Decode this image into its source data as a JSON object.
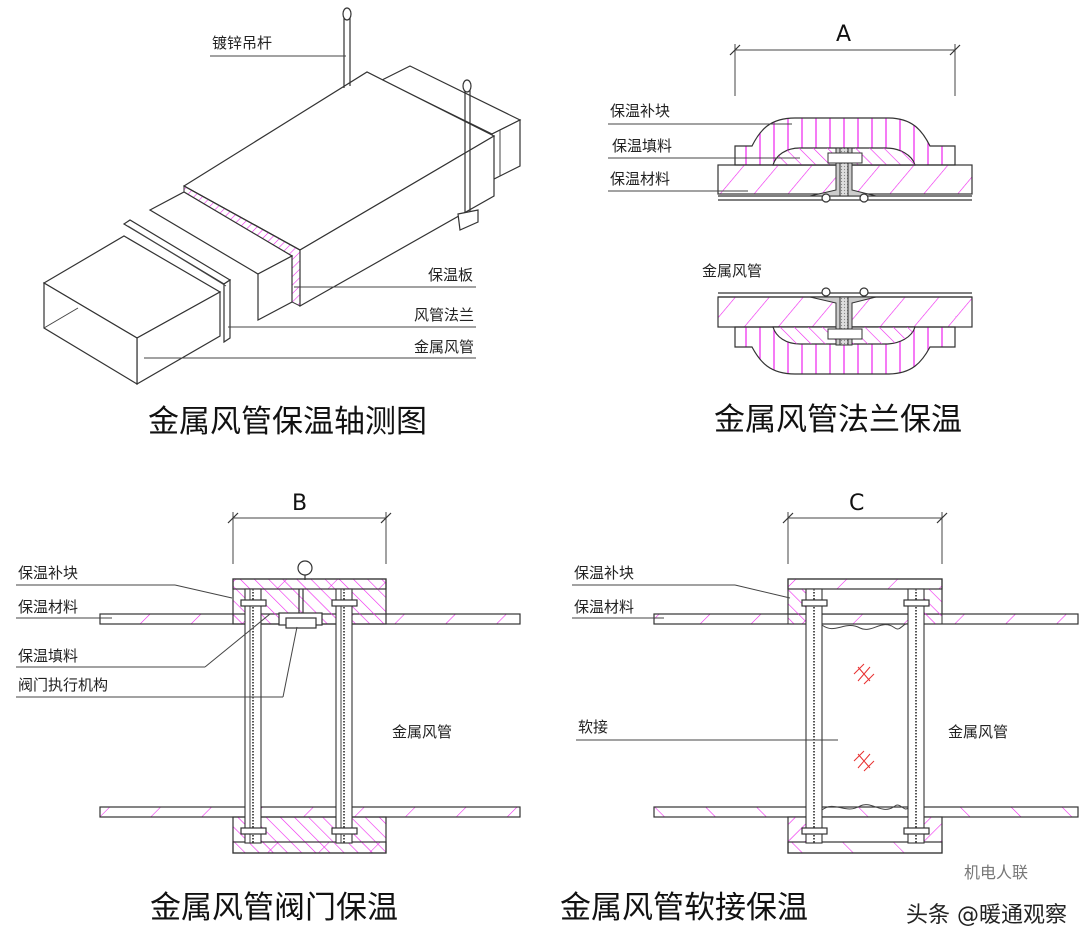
{
  "panels": {
    "isometric": {
      "title": "金属风管保温轴测图",
      "labels": {
        "hanger_rod": "镀锌吊杆",
        "insulation_board": "保温板",
        "duct_flange": "风管法兰",
        "metal_duct": "金属风管"
      }
    },
    "flange": {
      "title": "金属风管法兰保温",
      "dimension": "A",
      "labels": {
        "patch_block": "保温补块",
        "filler": "保温填料",
        "insulation_material": "保温材料",
        "metal_duct": "金属风管"
      }
    },
    "valve": {
      "title": "金属风管阀门保温",
      "dimension": "B",
      "labels": {
        "patch_block": "保温补块",
        "insulation_material": "保温材料",
        "filler": "保温填料",
        "actuator": "阀门执行机构",
        "metal_duct": "金属风管"
      }
    },
    "flex": {
      "title": "金属风管软接保温",
      "dimension": "C",
      "labels": {
        "patch_block": "保温补块",
        "insulation_material": "保温材料",
        "flex_connector": "软接",
        "metal_duct": "金属风管"
      }
    }
  },
  "watermark": {
    "text": "头条 @暖通观察",
    "faint_text": "机电人联"
  },
  "colors": {
    "hatch": "#ee22ee",
    "line": "#333333",
    "marker": "#e83030"
  }
}
